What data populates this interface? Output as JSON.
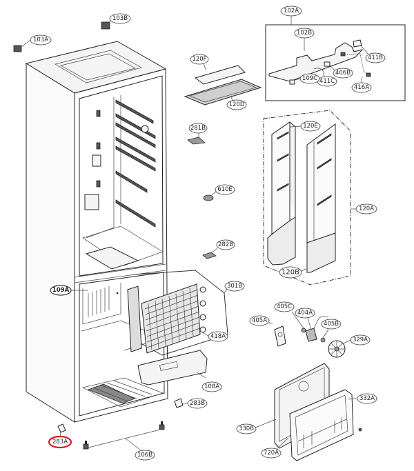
{
  "diagram": {
    "title": "Refrigerator cabinet exploded parts diagram",
    "highlight_color": "#d0202a",
    "highlighted_part": "283A",
    "labels": {
      "p103A": "103A",
      "p103B": "103B",
      "p102A": "102A",
      "p102B": "102B",
      "p411B": "411B",
      "p406B": "406B",
      "p109C": "109C",
      "p411C": "411C",
      "p416A": "416A",
      "p120F": "120F",
      "p120D": "120D",
      "p281B": "281B",
      "p120E": "120E",
      "p120A": "120A",
      "p120B": "120B",
      "p610E": "610E",
      "p282B": "282B",
      "p109A": "109A",
      "p301B": "301B",
      "p418A": "418A",
      "p108A": "108A",
      "p405A": "405A",
      "p405C": "405C",
      "p404A": "404A",
      "p405B": "405B",
      "p329A": "329A",
      "p332A": "332A",
      "p330B": "330B",
      "p720A": "720A",
      "p283B": "283B",
      "p283A": "283A",
      "p106B": "106B"
    }
  }
}
